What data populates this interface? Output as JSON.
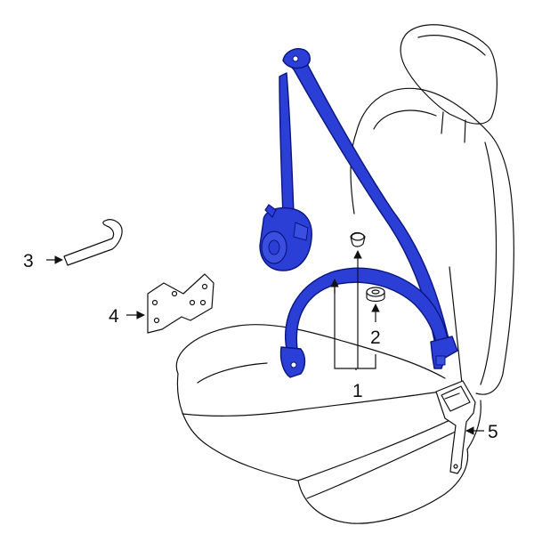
{
  "colors": {
    "background": "#ffffff",
    "outline": "#111111",
    "belt_fill": "#2b3fd6",
    "belt_edge": "#0a1580",
    "part_fill": "#ffffff"
  },
  "callouts": {
    "c1": "1",
    "c2": "2",
    "c3": "3",
    "c4": "4",
    "c5": "5"
  }
}
